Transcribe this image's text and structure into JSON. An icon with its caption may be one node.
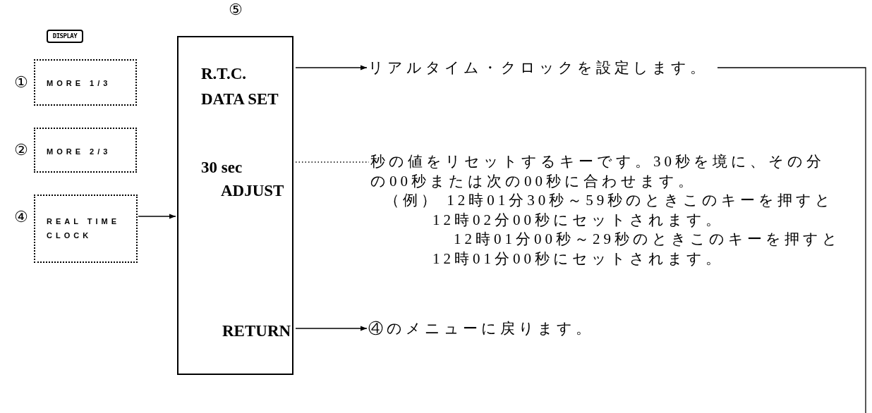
{
  "diagram": {
    "nodes": [
      {
        "text": [
          "DISPLAY"
        ]
      },
      {
        "text": [
          "MORE 1/3"
        ],
        "beside": [
          "①"
        ]
      },
      {
        "text": [
          "MORE 2/3"
        ],
        "beside": [
          "②"
        ]
      },
      {
        "text": [
          "REAL TIME CLOCK"
        ],
        "beside": [
          "④"
        ]
      },
      {
        "text": [],
        "shape": "box",
        "beside": [
          "⑤"
        ]
      },
      {
        "text": [
          "R.T.C. DATA SET"
        ],
        "in": 4
      },
      {
        "text": [
          "30 sec ADJUST"
        ],
        "in": 4
      },
      {
        "text": [
          "RETURN"
        ],
        "in": 4
      },
      {
        "text": [
          "リアルタイム・クロックを設定します。"
        ]
      },
      {
        "text": [
          "秒の値をリセットするキーです。30秒を境に、その分の00秒または次の00秒に合わせます。",
          "（例） 12時01分30秒～59秒のときこのキーを押すと12時02分00秒にセットされます。",
          "12時01分00秒～29秒のときこのキーを押すと12時01分00秒にセットされます。"
        ]
      },
      {
        "text": [
          "④のメニューに戻ります。"
        ]
      }
    ],
    "edges": [
      {
        "from": 3,
        "to": 4,
        "arrow": "to"
      },
      {
        "from": 5,
        "to": 8,
        "arrow": "to"
      },
      {
        "from": 6,
        "to": 9,
        "arrow": "none",
        "style": "dashed"
      },
      {
        "from": 7,
        "to": 10,
        "arrow": "to"
      },
      {
        "from": 8,
        "to": null,
        "arrow": "none"
      }
    ]
  }
}
